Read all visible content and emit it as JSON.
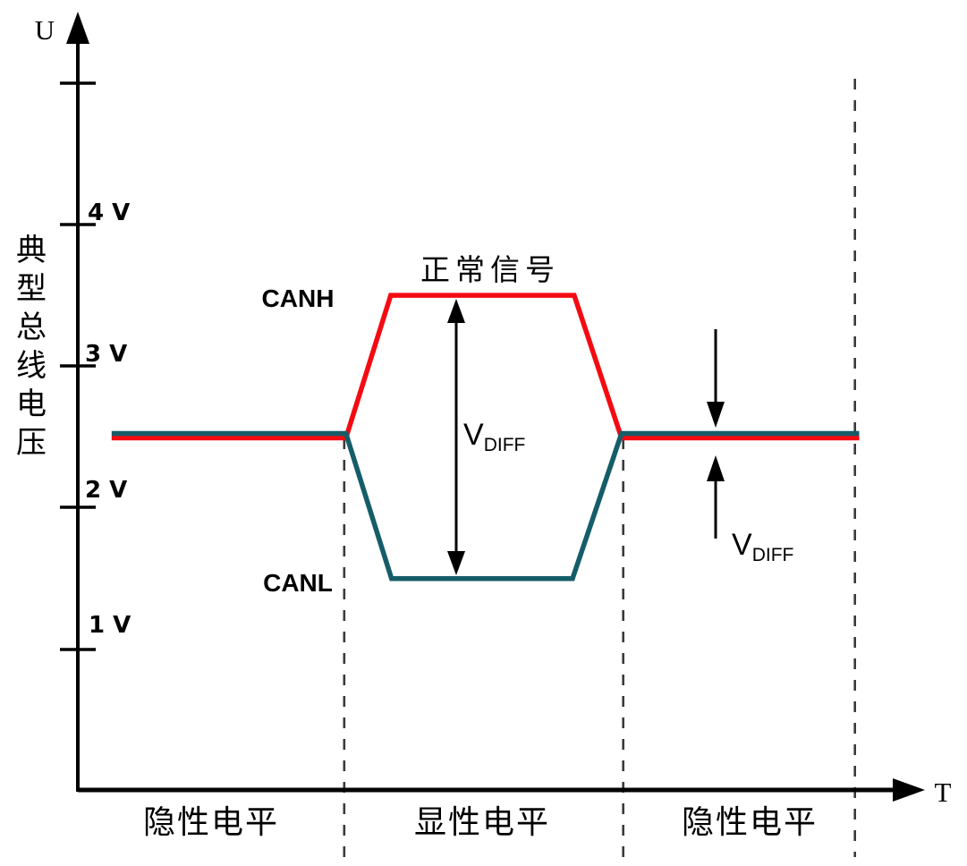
{
  "axes": {
    "y_label": "U",
    "x_label": "T",
    "y_caption": "典型总线电压",
    "y_caption_chars": [
      "典",
      "型",
      "总",
      "线",
      "电",
      "压"
    ],
    "y_tick_labels": {
      "v4": "4 V",
      "v3": "3 V",
      "v2": "2 V",
      "v1": "1 V"
    }
  },
  "series_labels": {
    "canh": "CANH",
    "canl": "CANL"
  },
  "annotations": {
    "normal_signal": "正常信号",
    "vdiff_v": "V",
    "vdiff_sub": "DIFF"
  },
  "regions": {
    "left": "隐性电平",
    "middle": "显性电平",
    "right": "隐性电平"
  },
  "colors": {
    "canh": "#f40b12",
    "canl_line": "#155d68",
    "canl_text": "#1e7ca6",
    "axis": "#000000",
    "dashed": "#3a3a3a",
    "arrow": "#000000"
  },
  "chart_data": {
    "type": "line",
    "title": "",
    "xlabel": "T",
    "ylabel": "U",
    "y_axis_caption": "典型总线电压",
    "ylim": [
      0,
      5.5
    ],
    "y_ticks_v": [
      1,
      2,
      3,
      4,
      5
    ],
    "y_tick_labels": [
      "1 V",
      "2 V",
      "3 V",
      "4 V",
      ""
    ],
    "x_unit": "percent_of_time_axis",
    "series": [
      {
        "name": "CANH",
        "color": "#f40b12",
        "points": [
          [
            4,
            2.5
          ],
          [
            31.7,
            2.5
          ],
          [
            37.0,
            3.5
          ],
          [
            58.7,
            3.5
          ],
          [
            64.3,
            2.5
          ],
          [
            92.4,
            2.5
          ]
        ]
      },
      {
        "name": "CANL",
        "color": "#155d68",
        "points": [
          [
            4,
            2.5
          ],
          [
            31.7,
            2.5
          ],
          [
            37.1,
            1.5
          ],
          [
            58.5,
            1.5
          ],
          [
            64.3,
            2.5
          ],
          [
            92.4,
            2.5
          ]
        ]
      }
    ],
    "levels_v": {
      "recessive": 2.5,
      "dominant_canh": 3.5,
      "dominant_canl": 1.5,
      "vdiff_dominant": 2.0,
      "vdiff_recessive": 0.0
    },
    "regions": [
      "隐性电平",
      "显性电平",
      "隐性电平"
    ],
    "region_boundaries_pct": [
      31.5,
      64.5,
      91.9
    ],
    "annotations": [
      "正常信号",
      "VDIFF",
      "VDIFF"
    ],
    "grid": false,
    "legend_position": "none"
  }
}
